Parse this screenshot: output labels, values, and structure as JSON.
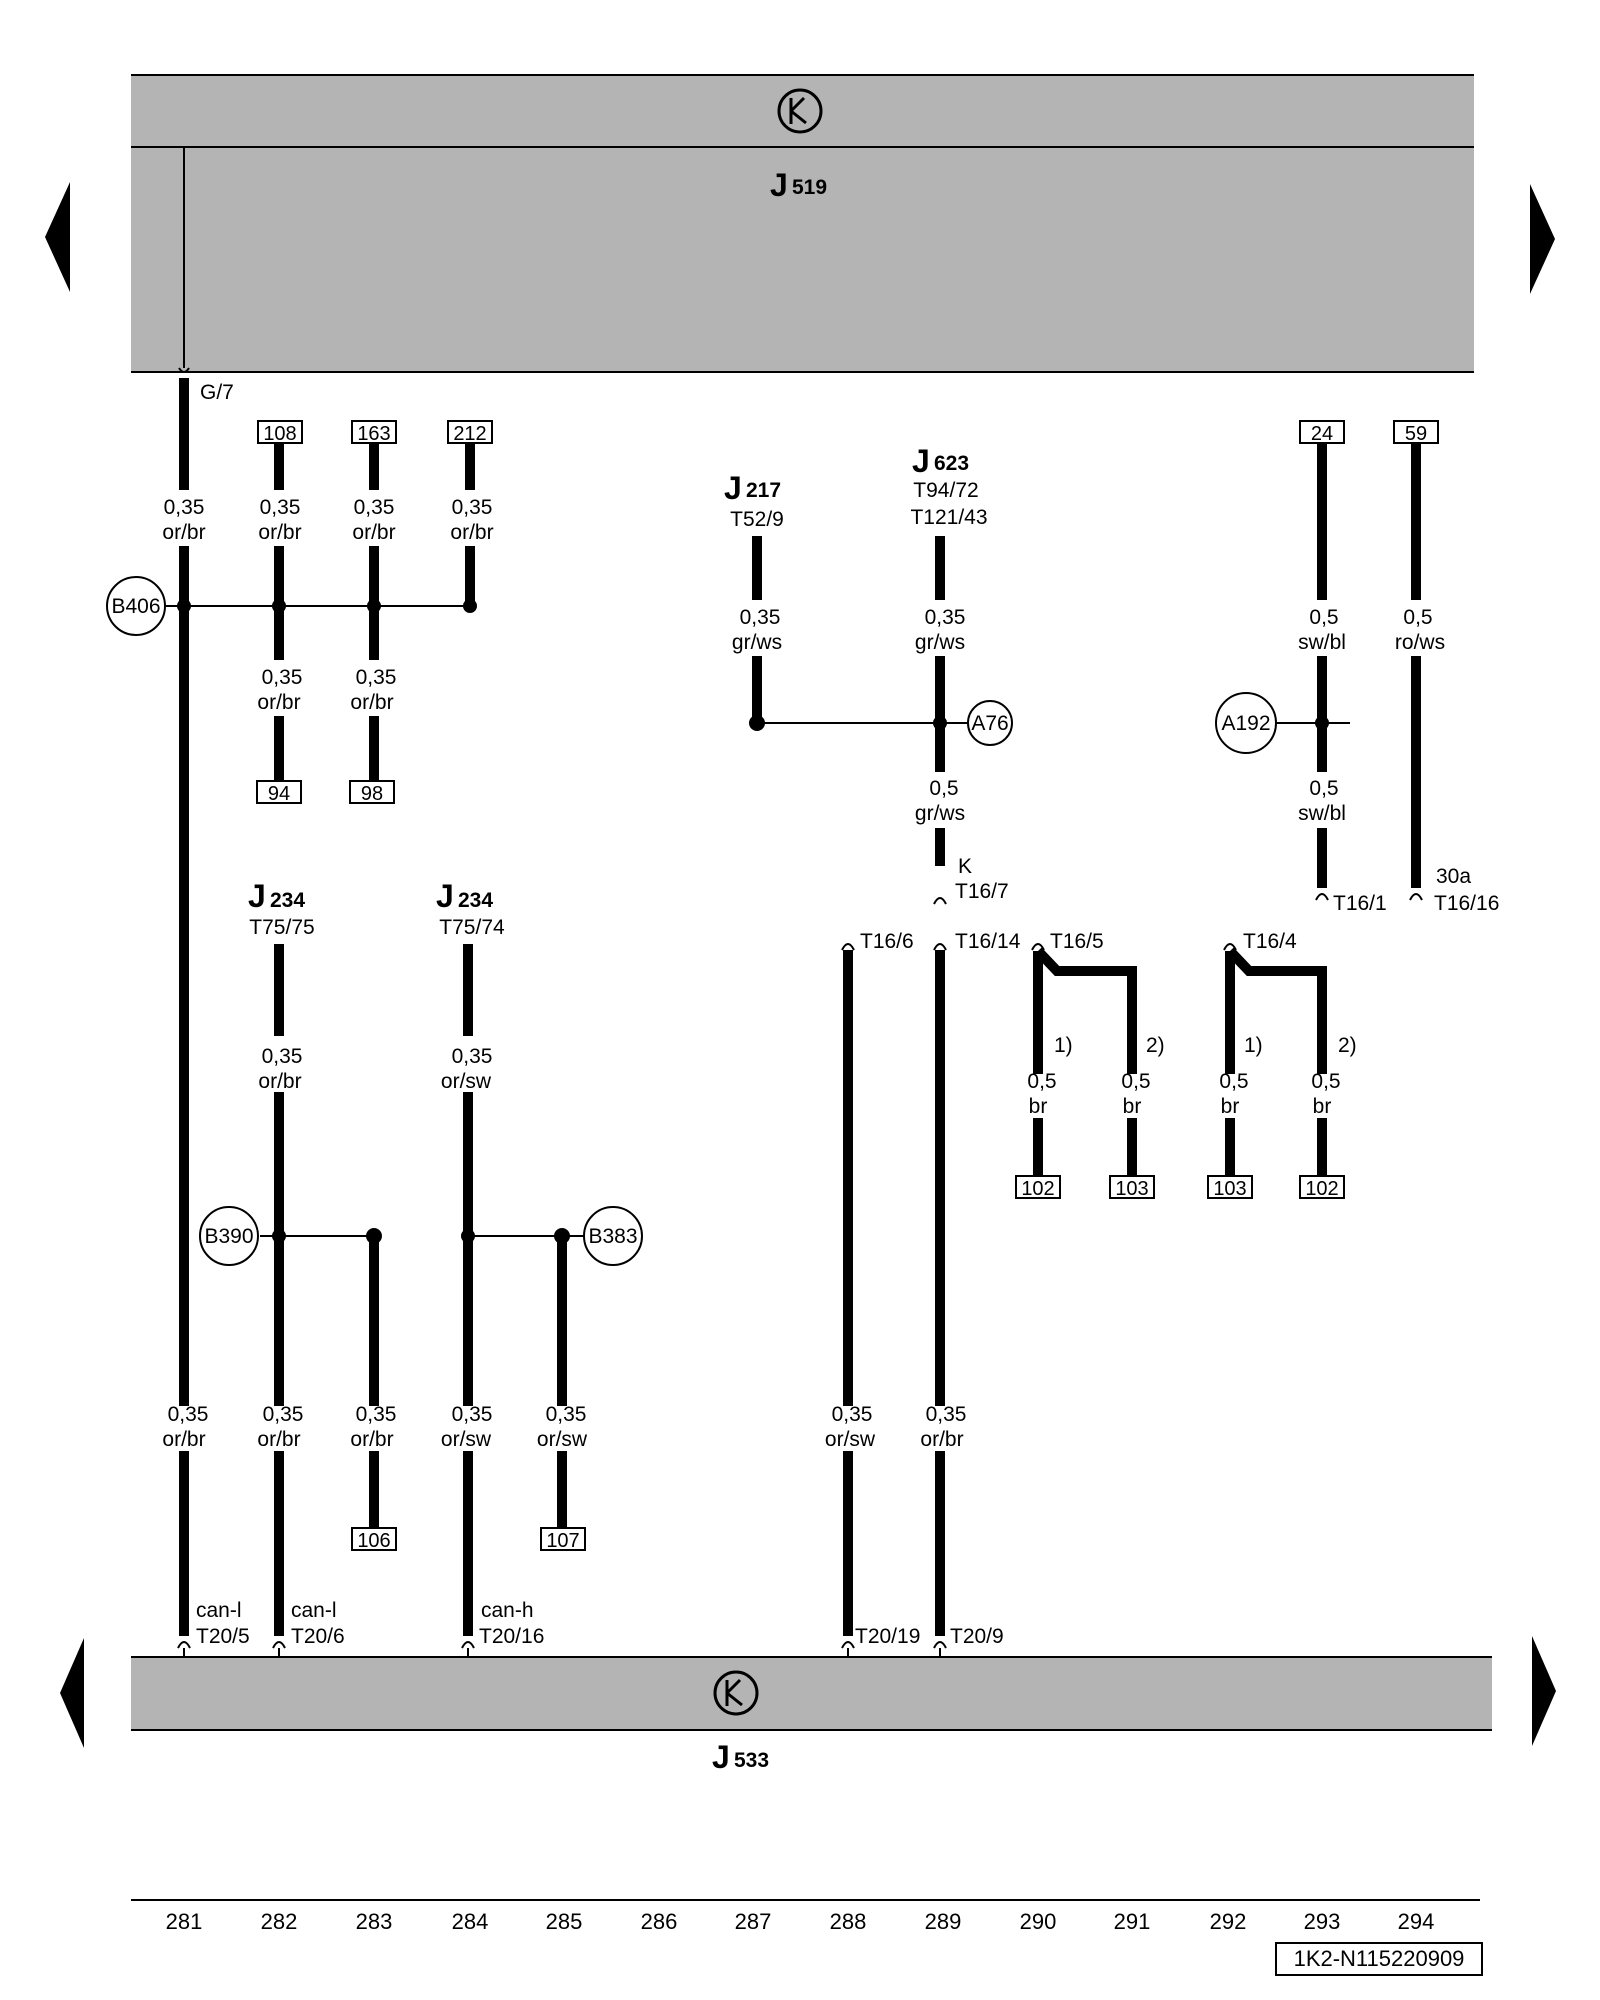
{
  "modules": {
    "top": {
      "name": "J",
      "sub": "519"
    },
    "bottom": {
      "name": "J",
      "sub": "533"
    }
  },
  "colors": {
    "module_fill": "#b4b4b4",
    "wire": "#000000",
    "background": "#ffffff"
  },
  "icons": [
    "left-arrow-icon",
    "right-arrow-icon",
    "bus-symbol-icon"
  ],
  "top_pin": "G/7",
  "ref_boxes": {
    "b108": "108",
    "b163": "163",
    "b212": "212",
    "b94": "94",
    "b98": "98",
    "b24": "24",
    "b59": "59",
    "b102a": "102",
    "b103a": "103",
    "b103b": "103",
    "b102b": "102",
    "b106": "106",
    "b107": "107"
  },
  "connectors": {
    "B406": "B406",
    "B390": "B390",
    "B383": "B383",
    "A76": "A76",
    "A192": "A192"
  },
  "components": {
    "j217": {
      "name": "J",
      "sub": "217",
      "pin": "T52/9"
    },
    "j623": {
      "name": "J",
      "sub": "623",
      "pin1": "T94/72",
      "pin2": "T121/43"
    },
    "j234a": {
      "name": "J",
      "sub": "234",
      "pin": "T75/75"
    },
    "j234b": {
      "name": "J",
      "sub": "234",
      "pin": "T75/74"
    }
  },
  "wires": {
    "w281a": {
      "size": "0,35",
      "color": "or/br"
    },
    "w282a": {
      "size": "0,35",
      "color": "or/br"
    },
    "w283a": {
      "size": "0,35",
      "color": "or/br"
    },
    "w284a": {
      "size": "0,35",
      "color": "or/br"
    },
    "w282b": {
      "size": "0,35",
      "color": "or/br"
    },
    "w283b": {
      "size": "0,35",
      "color": "or/br"
    },
    "w287": {
      "size": "0,35",
      "color": "gr/ws"
    },
    "w289a": {
      "size": "0,35",
      "color": "gr/ws"
    },
    "w289b": {
      "size": "0,5",
      "color": "gr/ws"
    },
    "w293a": {
      "size": "0,5",
      "color": "sw/bl"
    },
    "w294": {
      "size": "0,5",
      "color": "ro/ws"
    },
    "w293b": {
      "size": "0,5",
      "color": "sw/bl"
    },
    "w282c": {
      "size": "0,35",
      "color": "or/br"
    },
    "w284c": {
      "size": "0,35",
      "color": "or/sw"
    },
    "w290": {
      "size": "0,5",
      "color": "br"
    },
    "w291": {
      "size": "0,5",
      "color": "br"
    },
    "w292": {
      "size": "0,5",
      "color": "br"
    },
    "w293c": {
      "size": "0,5",
      "color": "br"
    },
    "w281d": {
      "size": "0,35",
      "color": "or/br"
    },
    "w282d": {
      "size": "0,35",
      "color": "or/br"
    },
    "w283d": {
      "size": "0,35",
      "color": "or/br"
    },
    "w284d": {
      "size": "0,35",
      "color": "or/sw"
    },
    "w285d": {
      "size": "0,35",
      "color": "or/sw"
    },
    "w288d": {
      "size": "0,35",
      "color": "or/sw"
    },
    "w289d": {
      "size": "0,35",
      "color": "or/br"
    }
  },
  "pins": {
    "k_label": "K",
    "t16_7": "T16/7",
    "t16_1": "T16/1",
    "p30a": "30a",
    "t16_16": "T16/16",
    "t16_6": "T16/6",
    "t16_14": "T16/14",
    "t16_5": "T16/5",
    "t16_4": "T16/4",
    "can_l1": "can-l",
    "t20_5": "T20/5",
    "can_l2": "can-l",
    "t20_6": "T20/6",
    "can_h": "can-h",
    "t20_16": "T20/16",
    "t20_19": "T20/19",
    "t20_9": "T20/9"
  },
  "variants": {
    "v1a": "1)",
    "v2a": "2)",
    "v1b": "1)",
    "v2b": "2)"
  },
  "columns": [
    "281",
    "282",
    "283",
    "284",
    "285",
    "286",
    "287",
    "288",
    "289",
    "290",
    "291",
    "292",
    "293",
    "294"
  ],
  "doc_id": "1K2-N115220909"
}
